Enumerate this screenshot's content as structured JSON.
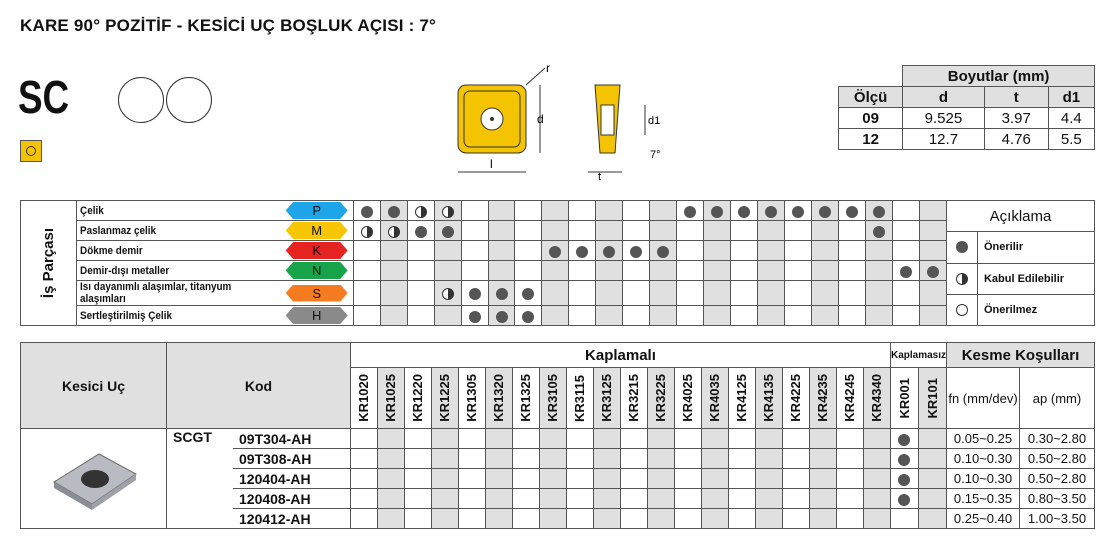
{
  "title": "KARE 90° POZİTİF - KESİCİ UÇ BOŞLUK AÇISI : 7°",
  "shape_code": "SC",
  "drawing_labels": {
    "r": "r",
    "d": "d",
    "l": "l",
    "d1": "d1",
    "t": "t",
    "angle": "7°"
  },
  "dimensions": {
    "title": "Boyutlar (mm)",
    "headers": [
      "Ölçü",
      "d",
      "t",
      "d1"
    ],
    "rows": [
      [
        "09",
        "9.525",
        "3.97",
        "4.4"
      ],
      [
        "12",
        "12.7",
        "4.76",
        "5.5"
      ]
    ]
  },
  "workpiece": {
    "label": "İş Parçası",
    "legend_title": "Açıklama",
    "legend": [
      {
        "symbol": "full",
        "label": "Önerilir"
      },
      {
        "symbol": "half",
        "label": "Kabul Edilebilir"
      },
      {
        "symbol": "empty",
        "label": "Önerilmez"
      }
    ],
    "rows": [
      {
        "name": "Çelik",
        "iso": "P",
        "color": "#1ea5e8",
        "marks": [
          "F",
          "F",
          "H",
          "H",
          "",
          "",
          "",
          "",
          "",
          "",
          "",
          "",
          "F",
          "F",
          "F",
          "F",
          "F",
          "F",
          "F",
          "F",
          "",
          ""
        ]
      },
      {
        "name": "Paslanmaz çelik",
        "iso": "M",
        "color": "#f7c600",
        "marks": [
          "H",
          "H",
          "F",
          "F",
          "",
          "",
          "",
          "",
          "",
          "",
          "",
          "",
          "",
          "",
          "",
          "",
          "",
          "",
          "",
          "F",
          "",
          ""
        ]
      },
      {
        "name": "Dökme demir",
        "iso": "K",
        "color": "#e52421",
        "marks": [
          "",
          "",
          "",
          "",
          "",
          "",
          "",
          "F",
          "F",
          "F",
          "F",
          "F",
          "",
          "",
          "",
          "",
          "",
          "",
          "",
          "",
          "",
          ""
        ]
      },
      {
        "name": "Demir-dışı metaller",
        "iso": "N",
        "color": "#16a34a",
        "marks": [
          "",
          "",
          "",
          "",
          "",
          "",
          "",
          "",
          "",
          "",
          "",
          "",
          "",
          "",
          "",
          "",
          "",
          "",
          "",
          "",
          "F",
          "F"
        ]
      },
      {
        "name": "Isı dayanımlı alaşımlar, titanyum alaşımları",
        "iso": "S",
        "color": "#f47b20",
        "marks": [
          "",
          "",
          "",
          "H",
          "F",
          "F",
          "F",
          "",
          "",
          "",
          "",
          "",
          "",
          "",
          "",
          "",
          "",
          "",
          "",
          "",
          "",
          ""
        ]
      },
      {
        "name": "Sertleştirilmiş Çelik",
        "iso": "H",
        "color": "#8a8a8a",
        "marks": [
          "",
          "",
          "",
          "",
          "F",
          "F",
          "F",
          "",
          "",
          "",
          "",
          "",
          "",
          "",
          "",
          "",
          "",
          "",
          "",
          "",
          "",
          ""
        ]
      }
    ]
  },
  "products": {
    "col_insert": "Kesici Uç",
    "col_code": "Kod",
    "coated": "Kaplamalı",
    "uncoated": "Kaplamasız",
    "conditions": "Kesme Koşulları",
    "fn": "fn (mm/dev)",
    "ap": "ap (mm)",
    "grades": [
      "KR1020",
      "KR1025",
      "KR1220",
      "KR1225",
      "KR1305",
      "KR1320",
      "KR1325",
      "KR3105",
      "KR3115",
      "KR3125",
      "KR3215",
      "KR3225",
      "KR4025",
      "KR4035",
      "KR4125",
      "KR4135",
      "KR4225",
      "KR4235",
      "KR4245",
      "KR4340",
      "KR001",
      "KR101"
    ],
    "series": "SCGT",
    "rows": [
      {
        "code": "09T304-AH",
        "kr001": true,
        "fn": "0.05~0.25",
        "ap": "0.30~2.80"
      },
      {
        "code": "09T308-AH",
        "kr001": true,
        "fn": "0.10~0.30",
        "ap": "0.50~2.80"
      },
      {
        "code": "120404-AH",
        "kr001": true,
        "fn": "0.10~0.30",
        "ap": "0.50~2.80"
      },
      {
        "code": "120408-AH",
        "kr001": true,
        "fn": "0.15~0.35",
        "ap": "0.80~3.50"
      },
      {
        "code": "120412-AH",
        "kr001": false,
        "fn": "0.25~0.40",
        "ap": "1.00~3.50"
      }
    ]
  }
}
